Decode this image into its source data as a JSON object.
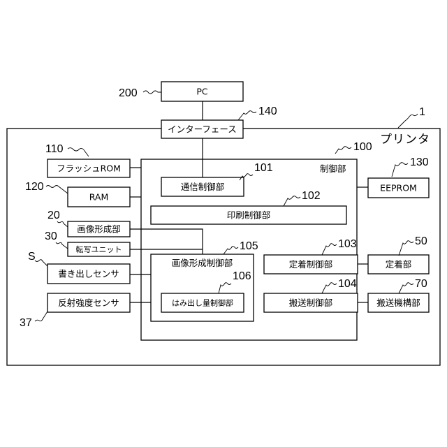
{
  "printer": {
    "title": "プリンタ",
    "ref": "1"
  },
  "pc": {
    "label": "PC",
    "ref": "200"
  },
  "interface": {
    "label": "インターフェース",
    "ref": "140"
  },
  "controller": {
    "label": "制御部",
    "ref": "100"
  },
  "flash_rom": {
    "label": "フラッシュROM",
    "ref": "110"
  },
  "ram": {
    "label": "RAM",
    "ref": "120"
  },
  "eeprom": {
    "label": "EEPROM",
    "ref": "130"
  },
  "comm_ctrl": {
    "label": "通信制御部",
    "ref": "101"
  },
  "print_ctrl": {
    "label": "印刷制御部",
    "ref": "102"
  },
  "image_forming_unit": {
    "label": "画像形成部",
    "ref": "20"
  },
  "transfer_unit": {
    "label": "転写ユニット",
    "ref": "30"
  },
  "write_sensor": {
    "label": "書き出しセンサ",
    "ref": "S"
  },
  "reflect_sensor": {
    "label": "反射強度センサ",
    "ref": "37"
  },
  "image_forming_ctrl": {
    "label": "画像形成制御部",
    "ref": "105"
  },
  "overrun_ctrl": {
    "label": "はみ出し量制御部",
    "ref": "106"
  },
  "fixing_ctrl": {
    "label": "定着制御部",
    "ref": "103"
  },
  "conveyance_ctrl": {
    "label": "搬送制御部",
    "ref": "104"
  },
  "fixing_unit": {
    "label": "定着部",
    "ref": "50"
  },
  "conveyance_mech": {
    "label": "搬送機構部",
    "ref": "70"
  }
}
